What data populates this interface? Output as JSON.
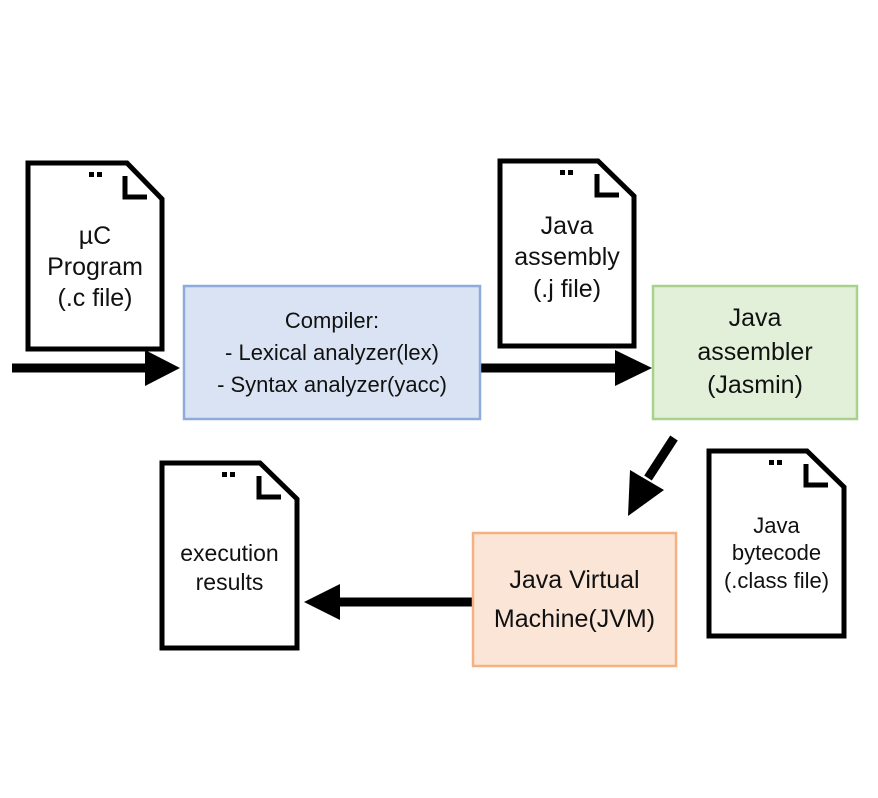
{
  "colors": {
    "compiler_fill": "#dae3f3",
    "compiler_border": "#8faadc",
    "assembler_fill": "#e2f0d9",
    "assembler_border": "#a9d18e",
    "jvm_fill": "#fbe5d6",
    "jvm_border": "#f4b183",
    "doc_stroke": "#000000",
    "arrow": "#000000"
  },
  "documents": {
    "source": {
      "icon": "document-icon",
      "lines": [
        "µC",
        "Program",
        "(.c file)"
      ]
    },
    "assembly": {
      "icon": "document-icon",
      "lines": [
        "Java",
        "assembly",
        "(.j file)"
      ]
    },
    "bytecode": {
      "icon": "document-icon",
      "lines": [
        "Java",
        "bytecode",
        "(.class file)"
      ]
    },
    "results": {
      "icon": "document-icon",
      "lines": [
        "execution",
        "results"
      ]
    }
  },
  "boxes": {
    "compiler": {
      "lines": [
        "Compiler:",
        "- Lexical analyzer(lex)",
        "- Syntax analyzer(yacc)"
      ]
    },
    "assembler": {
      "lines": [
        "Java",
        "assembler",
        "(Jasmin)"
      ]
    },
    "jvm": {
      "lines": [
        "Java Virtual",
        "Machine(JVM)"
      ]
    }
  }
}
